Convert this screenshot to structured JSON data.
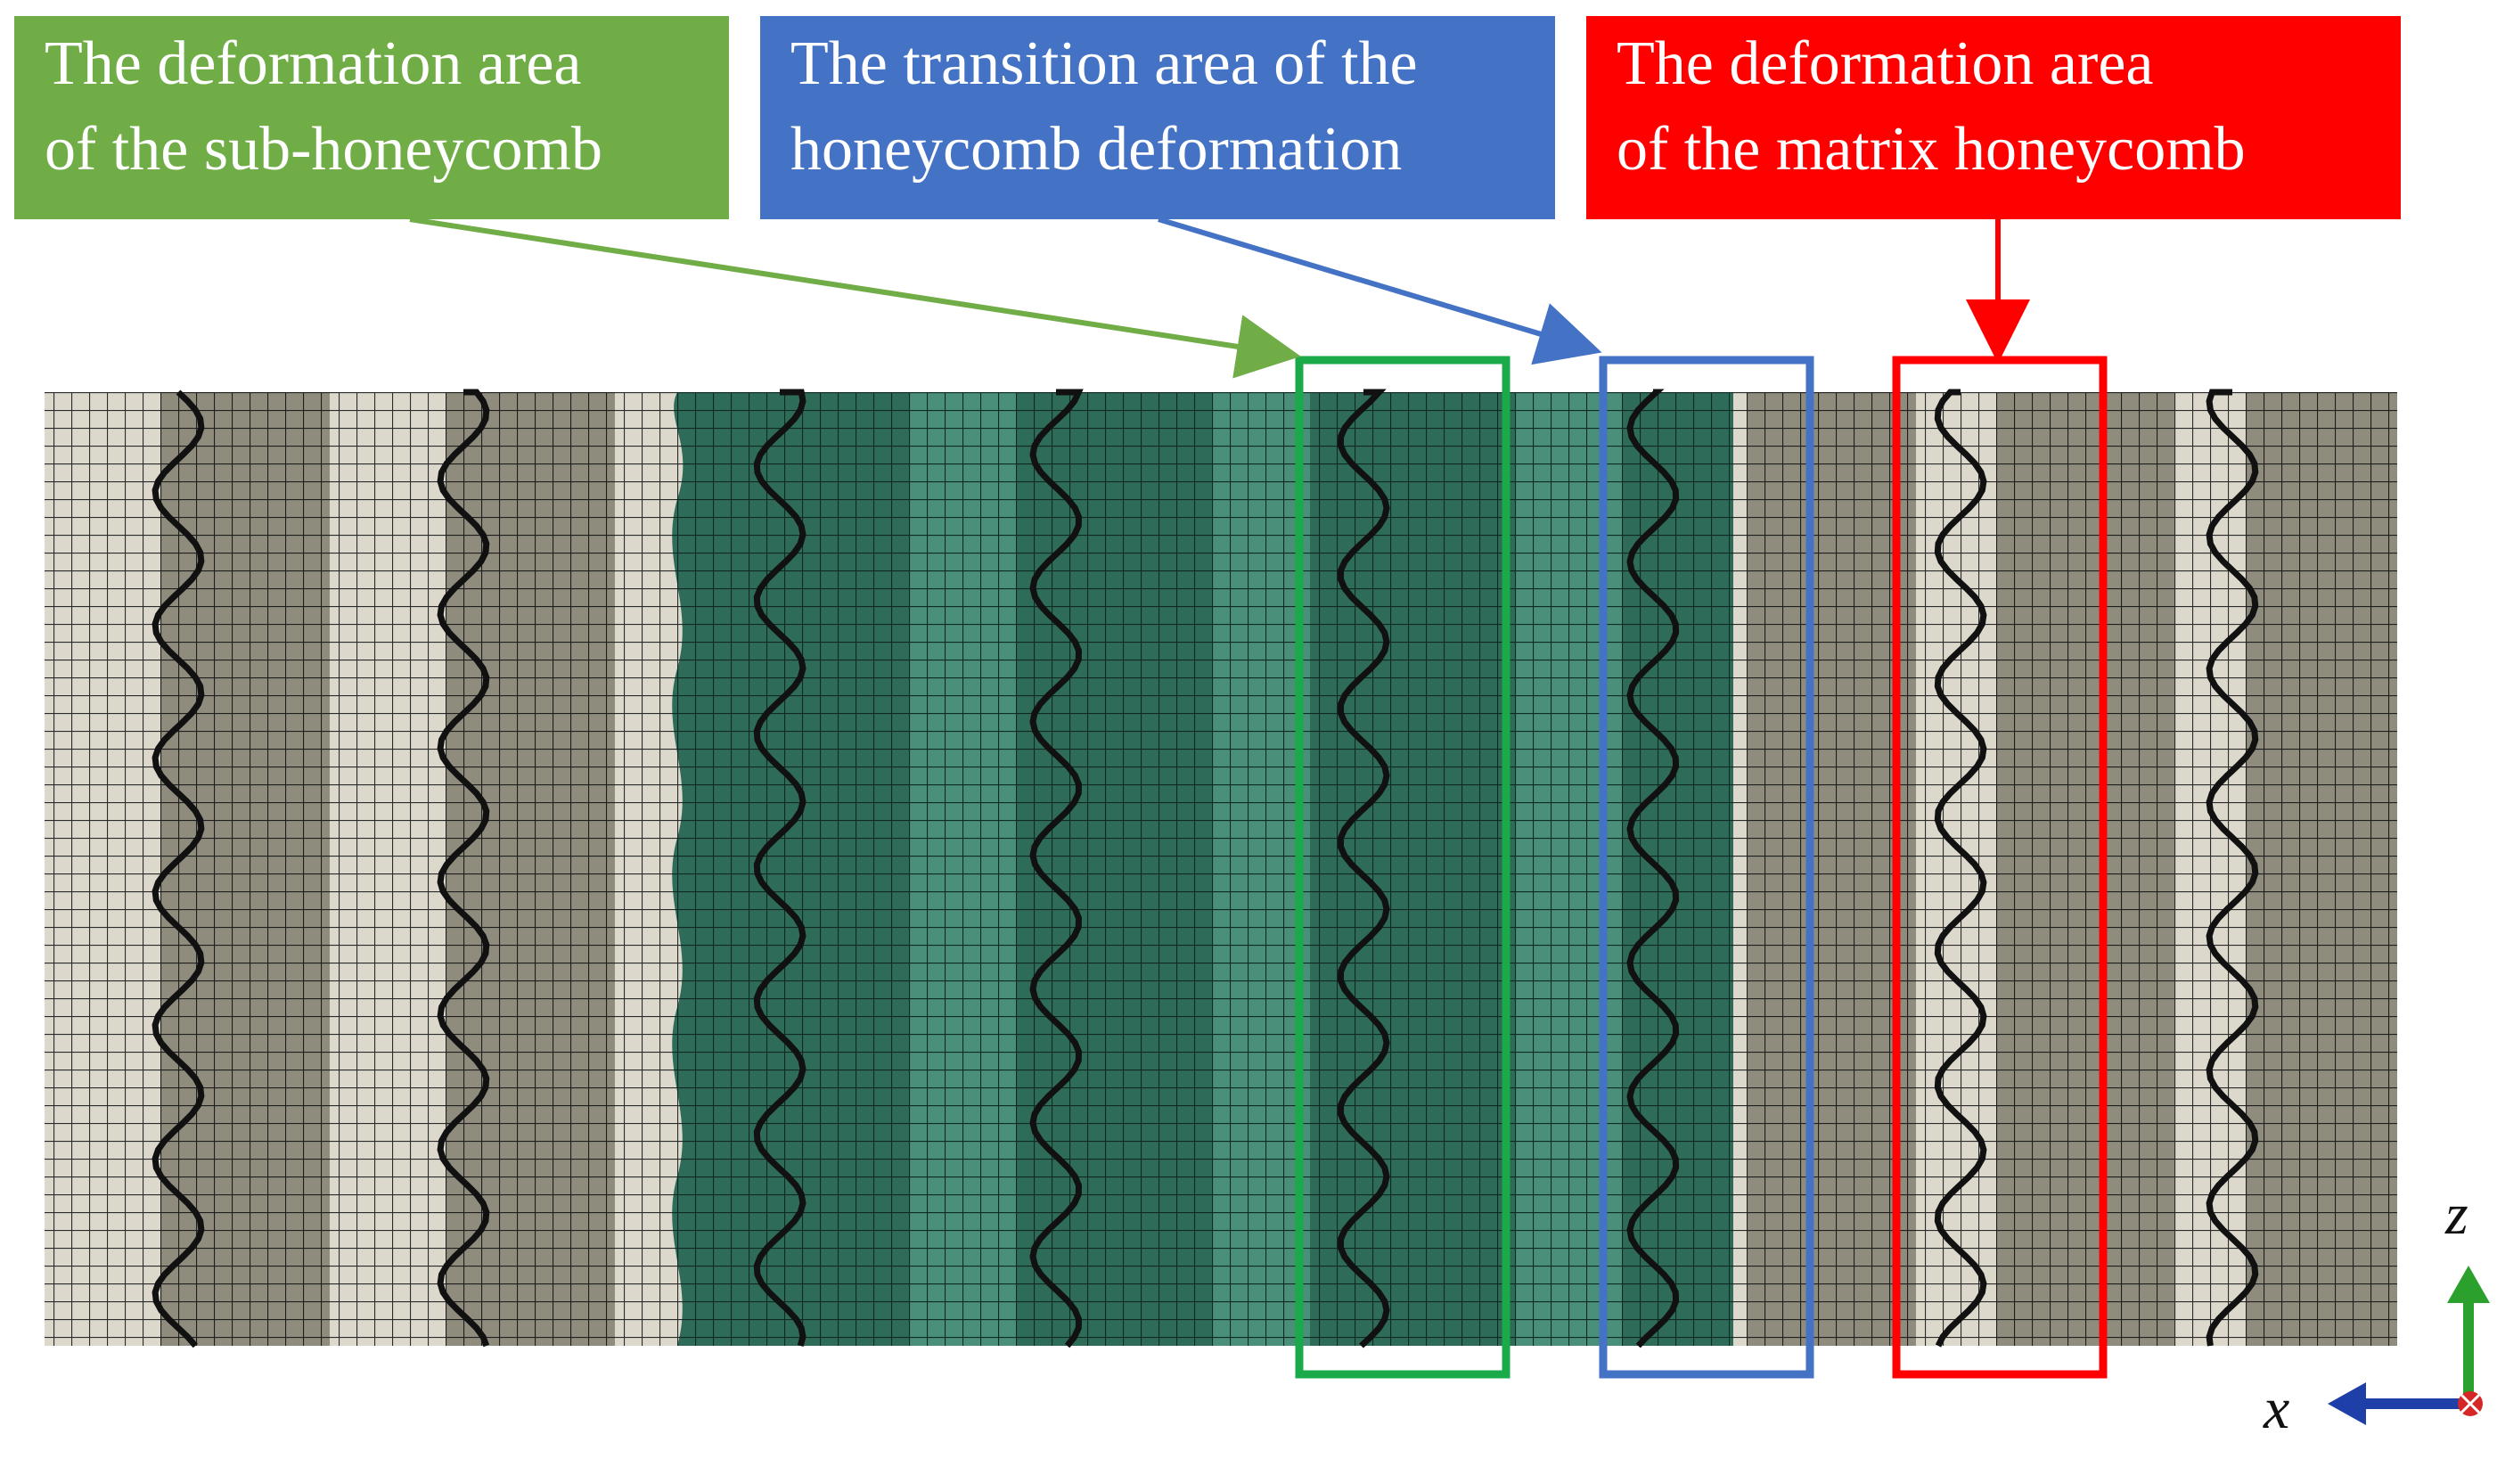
{
  "labels": {
    "sub_honeycomb": {
      "line1": "The deformation area",
      "line2": "of the sub-honeycomb",
      "color": "#70ad47"
    },
    "transition": {
      "line1": "The  transition area of the",
      "line2": "honeycomb deformation",
      "color": "#4472c4"
    },
    "matrix": {
      "line1": "The deformation area",
      "line2": "of the  matrix honeycomb",
      "color": "#ff0000"
    }
  },
  "axes": {
    "vertical": "z",
    "horizontal": "x"
  },
  "colors": {
    "mesh_light": "#d9d6c8",
    "mesh_dark": "#8f8c7e",
    "sub_region": "#2e6b58",
    "sub_region_light": "#5fa58e",
    "wall": "#111111",
    "axis_z": "#2ca02c",
    "axis_x": "#1f3fa8",
    "axis_y": "#d62728"
  }
}
